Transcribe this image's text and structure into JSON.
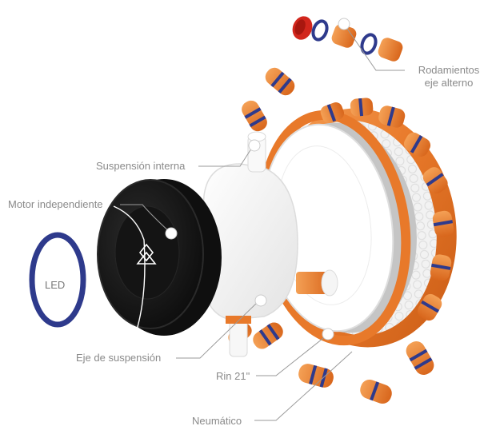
{
  "labels": {
    "rodamientos_line1": "Rodamientos",
    "rodamientos_line2": "eje alterno",
    "suspension_interna": "Suspensión interna",
    "motor_independiente": "Motor independiente",
    "led": "LED",
    "eje_de_suspension": "Eje de suspensión",
    "rin": "Rin 21\"",
    "neumatico": "Neumático"
  },
  "colors": {
    "tire_orange": "#e8792a",
    "bearing_blue": "#2e3a8c",
    "bearing_red": "#d2261c",
    "motor_black": "#151515",
    "rim_white": "#f7f7f7",
    "label_gray": "#8a8a8a"
  }
}
